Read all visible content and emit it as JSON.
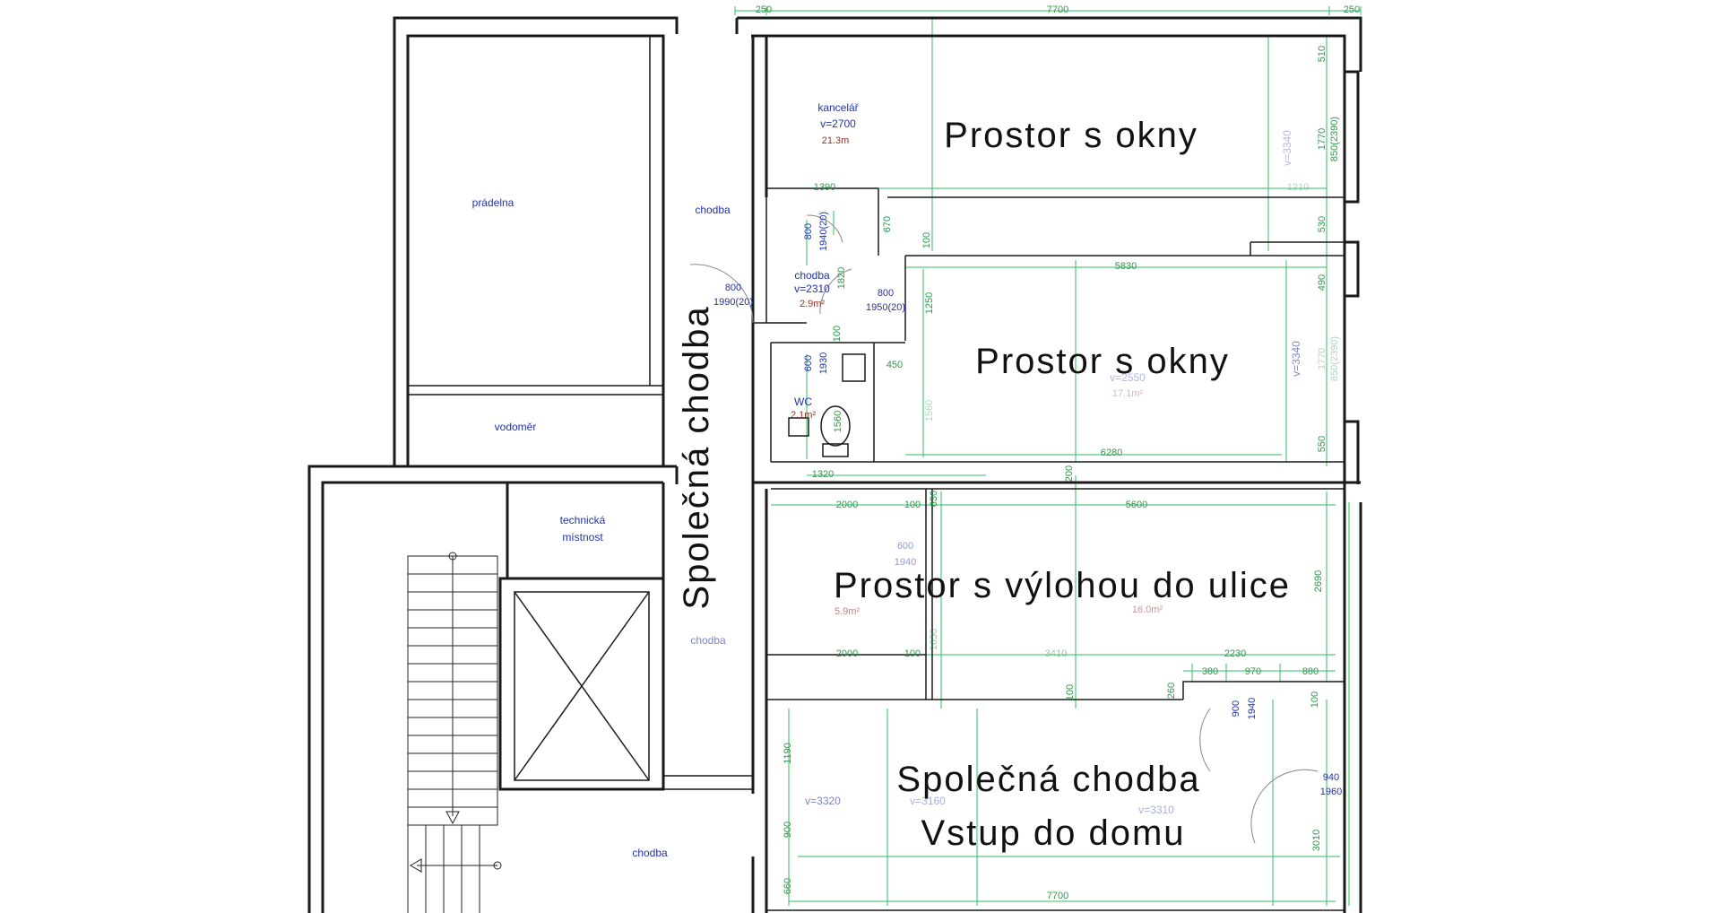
{
  "labels": {
    "office1": "Prostor s okny",
    "office2": "Prostor s okny",
    "shop": "Prostor s výlohou do ulice",
    "hall_line1": "Společná chodba",
    "hall_line2": "Vstup do domu",
    "corridor_vertical": "Společná chodba"
  },
  "rooms": {
    "pradelna": "prádelna",
    "vodomer": "vodoměr",
    "chodba_top": "chodba",
    "chodba_mid": "chodba",
    "chodba_bottom": "chodba",
    "technicka_1": "technická",
    "technicka_2": "místnost",
    "kancelar_name": "kancelář",
    "kancelar_v": "v=2700",
    "kancelar_area": "21.3m",
    "small_chodba_name": "chodba",
    "small_chodba_v": "v=2310",
    "small_chodba_area": "2.9m²",
    "wc_name": "WC",
    "wc_area": "2.1m²",
    "shop_area": "5.9m²",
    "shop_area2": "16.0m²",
    "hall_v1": "v=3320",
    "hall_v2": "v=3160",
    "hall_v3": "v=3310",
    "office2_v": "v=2550",
    "office2_area": "17.1m²",
    "office1_v": "v=3340",
    "office2_v_right": "v=3340"
  },
  "dimensions": {
    "top_left": "250",
    "top_mid": "7700",
    "top_right": "250",
    "d_510": "510",
    "d_1770": "1770",
    "d_850_2390": "850(2390)",
    "d_530": "530",
    "d_490": "490",
    "d_1770b": "1770",
    "d_850_2390b": "850(2390)",
    "d_550": "550",
    "d_1390": "1390",
    "d_800a": "800",
    "d_1940_20": "1940(20)",
    "d_670": "670",
    "d_100a": "100",
    "d_1820": "1820",
    "d_5830": "5830",
    "d_800b": "800",
    "d_1990_20": "1990(20)",
    "d_800c": "800",
    "d_1950_20": "1950(20)",
    "d_1250": "1250",
    "d_600": "600",
    "d_1930": "1930",
    "d_100b": "100",
    "d_450": "450",
    "d_1560": "1560",
    "d_1560b": "1560",
    "d_6280": "6280",
    "d_1320": "1320",
    "d_200": "200",
    "d_2000a": "2000",
    "d_100c": "100",
    "d_630": "630",
    "d_5600": "5600",
    "d_600b": "600",
    "d_1940b": "1940",
    "d_2690": "2690",
    "d_2000b": "2000",
    "d_100d": "100",
    "d_1650": "1650",
    "d_3410": "3410",
    "d_2230": "2230",
    "d_380": "380",
    "d_970": "970",
    "d_880": "880",
    "d_260": "260",
    "d_100e": "100",
    "d_900a": "900",
    "d_1940c": "1940",
    "d_100f": "100",
    "d_1190": "1190",
    "d_900b": "900",
    "d_940": "940",
    "d_1960": "1960",
    "d_3010": "3010",
    "d_660": "660",
    "d_7700b": "7700",
    "d_1210": "1210"
  },
  "colors": {
    "wall": "#1a1a1a",
    "dimension": "#2fbf5f",
    "room_label": "#2233aa",
    "area_label": "#a0302a"
  }
}
